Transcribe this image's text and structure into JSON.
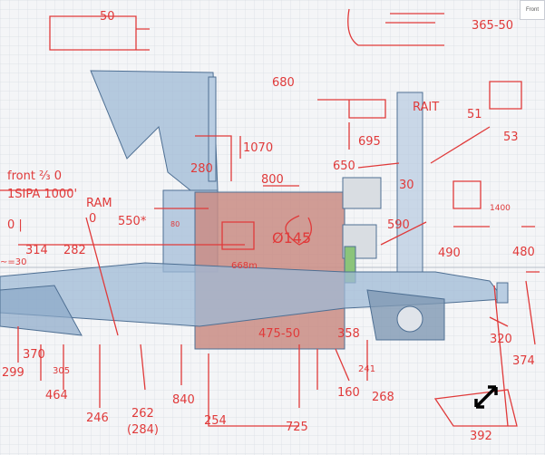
{
  "viewcube": {
    "face_label": "Front"
  },
  "annotations": {
    "a50": "50",
    "a365": "365-50",
    "a680": "680",
    "rait": "RAIT",
    "a51": "51",
    "a53": "53",
    "a695": "695",
    "a1070": "1070",
    "a280": "280",
    "a800": "800",
    "a650": "650",
    "a30": "30",
    "front": "front ⅔ 0",
    "sipa": "1SIPA 1000'",
    "ram": "RAM",
    "a01": "0 |",
    "a0": "0",
    "a550": "550*",
    "a80": "80",
    "a145": "Ø145",
    "a668": "668m",
    "a590": "590",
    "a490": "490",
    "a1400": "1400",
    "a480": "480",
    "a314": "314",
    "a282": "282",
    "n30": "~=30",
    "a370": "370",
    "a305": "305",
    "a299": "299",
    "a464": "464",
    "a358": "358",
    "a475": "475-50",
    "a241": "241",
    "a160": "160",
    "a268": "268",
    "a246": "246",
    "a262": "262",
    "a284": "(284)",
    "a840": "840",
    "a254": "254",
    "a725": "725",
    "a392": "392",
    "a320": "320",
    "a374": "374"
  },
  "colors": {
    "ink": "#e03a3a",
    "part_blue": "#9fbad6",
    "body_red": "#c98c84"
  }
}
